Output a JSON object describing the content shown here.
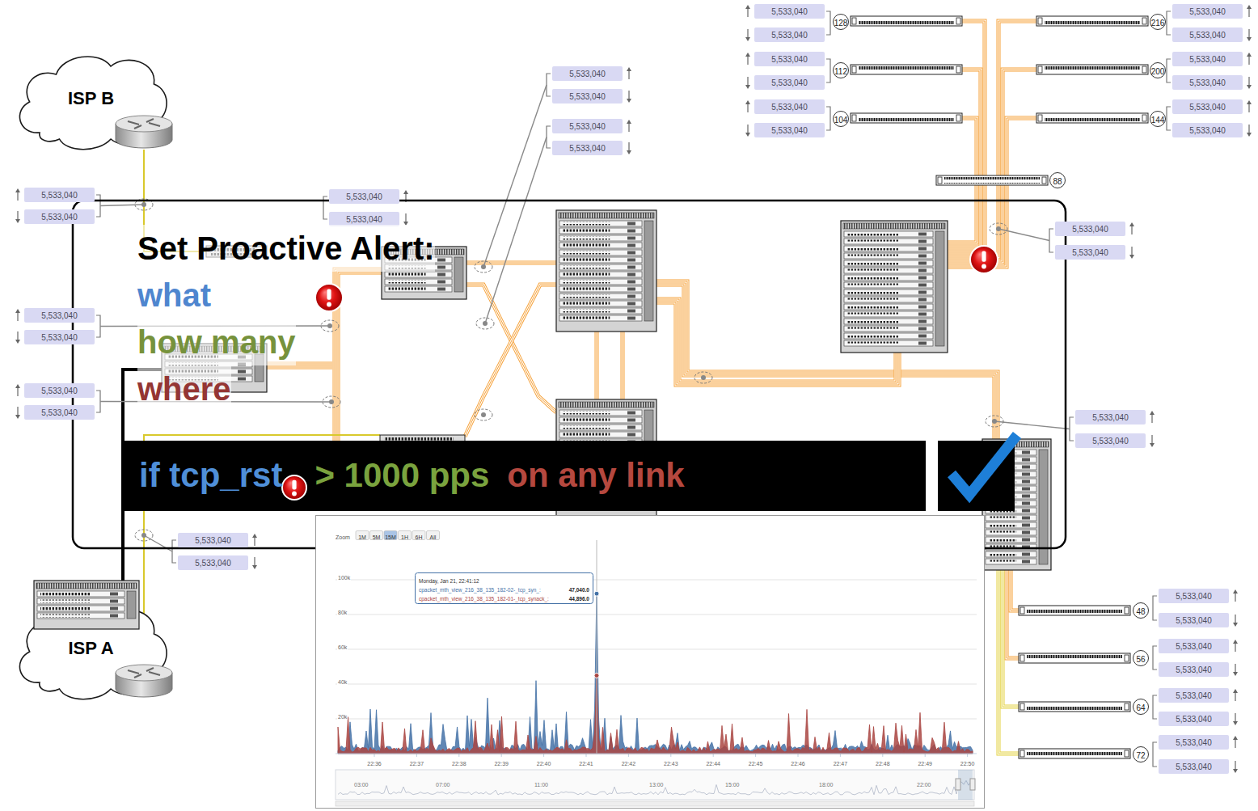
{
  "diagram": {
    "nodes": [
      {
        "text": [
          "ISP B"
        ]
      },
      {
        "text": [
          "5,533,040"
        ]
      },
      {
        "text": [
          "5,533,040"
        ]
      },
      {
        "text": [
          "5,533,040"
        ]
      },
      {
        "text": [
          "5,533,040"
        ]
      },
      {
        "text": [
          "5,533,040"
        ]
      },
      {
        "text": [
          "5,533,040"
        ]
      },
      {
        "text": [
          "5,533,040"
        ]
      },
      {
        "text": [
          "5,533,040"
        ]
      },
      {
        "text": [
          "5,533,040"
        ]
      },
      {
        "text": [
          "5,533,040"
        ]
      },
      {
        "text": [
          "5,533,040"
        ]
      },
      {
        "text": [
          "5,533,040"
        ]
      },
      {
        "text": [
          "5,533,040"
        ]
      },
      {
        "text": [
          "5,533,040"
        ]
      },
      {
        "text": [
          "5,533,040"
        ]
      },
      {
        "text": [
          "5,533,040"
        ]
      },
      {
        "text": [
          "5,533,040"
        ]
      },
      {
        "text": [
          "5,533,040"
        ]
      },
      {
        "text": [
          "5,533,040"
        ]
      },
      {
        "text": [
          "5,533,040"
        ]
      },
      {
        "text": [
          "Set Proactive Alert:",
          "what",
          "how many",
          "where"
        ]
      },
      {
        "text": [
          "if tcp_rst",
          "> 1000 pps",
          "on any link"
        ],
        "in": 21
      },
      {
        "text": [
          "5,533,040"
        ],
        "in": 21
      },
      {
        "text": [
          "5,533,040"
        ],
        "in": 21
      },
      {
        "text": [
          "5,533,040"
        ]
      },
      {
        "text": [
          "5,533,040"
        ]
      },
      {
        "text": [
          "5,533,040"
        ]
      },
      {
        "text": [
          "5,533,040"
        ]
      },
      {
        "text": [
          "5,533,040"
        ]
      },
      {
        "text": [
          "5,533,040"
        ]
      },
      {
        "text": [
          "5,533,040"
        ]
      },
      {
        "text": [
          "5,533,040"
        ]
      },
      {
        "text": [
          "5,533,040"
        ]
      },
      {
        "text": [
          "5,533,040"
        ]
      },
      {
        "text": [
          "5,533,040"
        ]
      },
      {
        "text": [
          "5,533,040"
        ]
      },
      {
        "text": [
          "5,533,040"
        ]
      },
      {
        "text": [
          "5,533,040"
        ]
      },
      {
        "text": [
          "5,533,040"
        ]
      },
      {
        "text": [
          "5,533,040"
        ]
      },
      {
        "text": [
          "ISP A"
        ]
      }
    ],
    "labels": [
      "128",
      "216",
      "112",
      "200",
      "104",
      "144",
      "88",
      "48",
      "56",
      "64",
      "72",
      "Zoom",
      "1M",
      "5M",
      "15M",
      "1H",
      "6H",
      "All",
      "Monday, Jan 21, 22:41:12",
      "cpacket_mth_view_216_38_135_182-02-_tcp_syn_:",
      "47,040.0",
      "cpacket_mth_view_216_38_135_182-01-_tcp_synack_:",
      "44,896.0",
      "100k",
      "80k",
      "60k",
      "40k",
      "20k",
      "22:36",
      "22:37",
      "22:38",
      "22:39",
      "22:40",
      "22:41",
      "22:42",
      "22:43",
      "22:44",
      "22:45",
      "22:46",
      "22:47",
      "22:48",
      "22:49",
      "22:50",
      "03:00",
      "07:00",
      "11:00",
      "13:00",
      "15:00",
      "18:00",
      "22:00"
    ]
  }
}
